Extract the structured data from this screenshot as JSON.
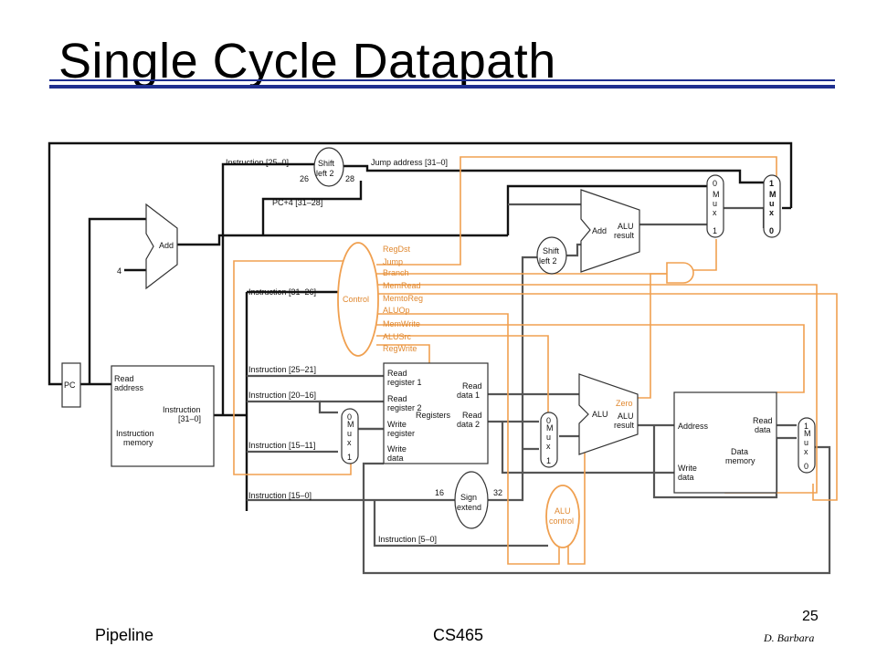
{
  "title": "Single Cycle Datapath",
  "footer": {
    "left": "Pipeline",
    "center": "CS465",
    "page": "25",
    "author": "D. Barbara"
  },
  "colors": {
    "datapath": "#555555",
    "control": "#f0a050",
    "rule": "#1f2f8f"
  },
  "blocks": {
    "pc": "PC",
    "add_top": "Add",
    "four": "4",
    "imem": [
      "Read",
      "address",
      "Instruction",
      "[31–0]",
      "Instruction",
      "memory"
    ],
    "shift_jump": [
      "Shift",
      "left 2"
    ],
    "shift_branch": [
      "Shift",
      "left 2"
    ],
    "control": "Control",
    "regs": {
      "in": [
        "Read",
        "register 1",
        "Read",
        "register 2",
        "Write",
        "register",
        "Write",
        "data"
      ],
      "out": [
        "Read",
        "data 1",
        "Read",
        "data 2"
      ],
      "name": "Registers"
    },
    "sign_extend": [
      "Sign",
      "extend"
    ],
    "alu_control": [
      "ALU",
      "control"
    ],
    "alu": [
      "ALU",
      "ALU",
      "result"
    ],
    "zero": "Zero",
    "add_branch": [
      "Add",
      "ALU",
      "result"
    ],
    "dmem": [
      "Address",
      "Read",
      "data",
      "Data",
      "memory",
      "Write",
      "data"
    ]
  },
  "muxes": {
    "m_letters": [
      "M",
      "u",
      "x"
    ]
  },
  "labels": {
    "instr_25_0": "Instruction [25–0]",
    "n26": "26",
    "n28": "28",
    "jump_addr": "Jump address [31–0]",
    "pc4": "PC+4 [31–28]",
    "instr_31_26": "Instruction [31–26]",
    "instr_25_21": "Instruction [25–21]",
    "instr_20_16": "Instruction [20–16]",
    "instr_15_11": "Instruction [15–11]",
    "instr_15_0": "Instruction [15–0]",
    "instr_5_0": "Instruction [5–0]",
    "n16": "16",
    "n32": "32",
    "mux_0": "0",
    "mux_1": "1"
  },
  "control_signals": [
    "RegDst",
    "Jump",
    "Branch",
    "MemRead",
    "MemtoReg",
    "ALUOp",
    "MemWrite",
    "ALUSrc",
    "RegWrite"
  ]
}
